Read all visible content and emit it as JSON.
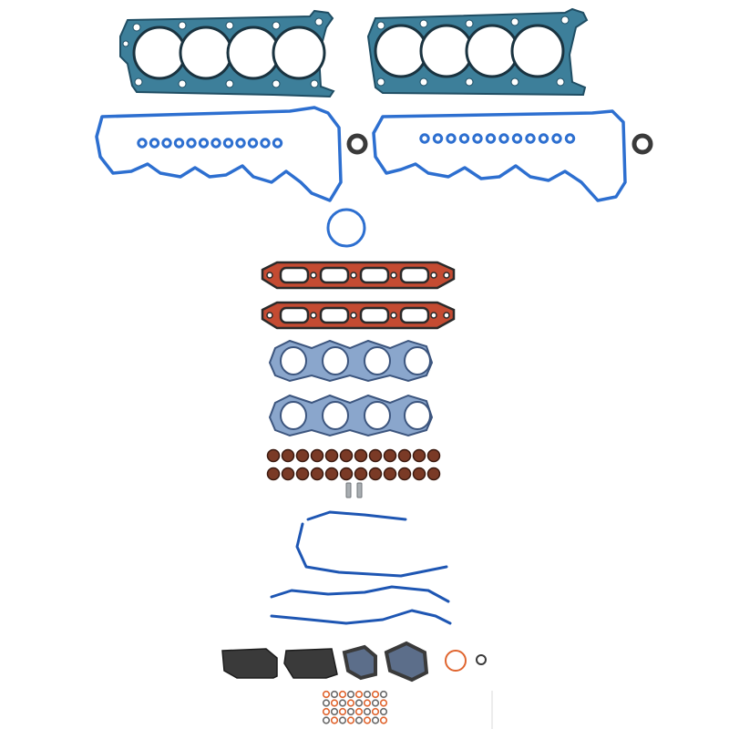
{
  "colors": {
    "background": "#ffffff",
    "head_gasket_fill": "#3d7f9a",
    "head_gasket_edge": "#1f4d63",
    "blue_seal": "#2d6fd0",
    "blue_seal_dark": "#1e56b3",
    "intake_red": "#c44b32",
    "intake_black": "#2a2a2a",
    "exhaust_fill": "#8aa6cc",
    "exhaust_edge": "#3c557e",
    "valve_seal": "#7a3a26",
    "valve_seal_dark": "#3b1a10",
    "black_part": "#3a3a3a",
    "orange_ring": "#e0652f",
    "steel": "#a9aeb2"
  },
  "parts": [
    {
      "kind": "head-gasket",
      "side": "left"
    },
    {
      "kind": "head-gasket",
      "side": "right"
    },
    {
      "kind": "valve-cover-gasket",
      "side": "left"
    },
    {
      "kind": "valve-cover-gasket",
      "side": "right"
    },
    {
      "kind": "spark-plug-tube-seals",
      "side": "left",
      "count": 12
    },
    {
      "kind": "spark-plug-tube-seals",
      "side": "right",
      "count": 12
    },
    {
      "kind": "o-ring",
      "side": "left"
    },
    {
      "kind": "o-ring",
      "side": "right"
    },
    {
      "kind": "thermostat-seal"
    },
    {
      "kind": "intake-manifold-gasket",
      "count": 2
    },
    {
      "kind": "exhaust-manifold-gasket",
      "count": 2
    },
    {
      "kind": "valve-stem-seals",
      "count": 24
    },
    {
      "kind": "dowel-pins",
      "count": 2
    },
    {
      "kind": "timing-cover-gasket",
      "count": 3
    },
    {
      "kind": "black-cover-gasket",
      "count": 4
    },
    {
      "kind": "orange-o-ring"
    },
    {
      "kind": "small-o-ring"
    },
    {
      "kind": "small-seals-grid",
      "count": 32
    }
  ]
}
